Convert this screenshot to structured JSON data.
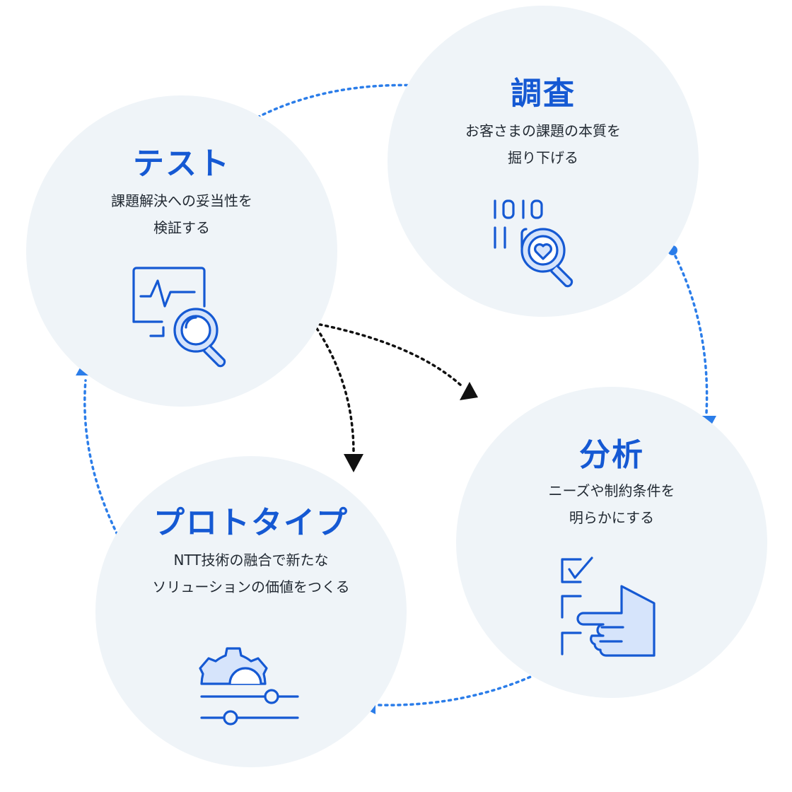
{
  "steps": {
    "research": {
      "title": "調査",
      "desc": [
        "お客さまの課題の本質を",
        "掘り下げる"
      ],
      "icon": "binary-search-heart-icon"
    },
    "analysis": {
      "title": "分析",
      "desc": [
        "ニーズや制約条件を",
        "明らかにする"
      ],
      "icon": "checklist-pointing-hand-icon"
    },
    "prototype": {
      "title": "プロトタイプ",
      "desc": [
        "NTT技術の融合で新たな",
        "ソリューションの価値をつくる"
      ],
      "icon": "gear-sliders-icon"
    },
    "test": {
      "title": "テスト",
      "desc": [
        "課題解決への妥当性を",
        "検証する"
      ],
      "icon": "monitor-magnifier-icon"
    }
  },
  "colors": {
    "accent": "#1559d3",
    "arrow": "#2b7de9",
    "circle": "#eff4f8",
    "icon_fill": "#d6e4fb",
    "dark_arrow": "#111111"
  }
}
